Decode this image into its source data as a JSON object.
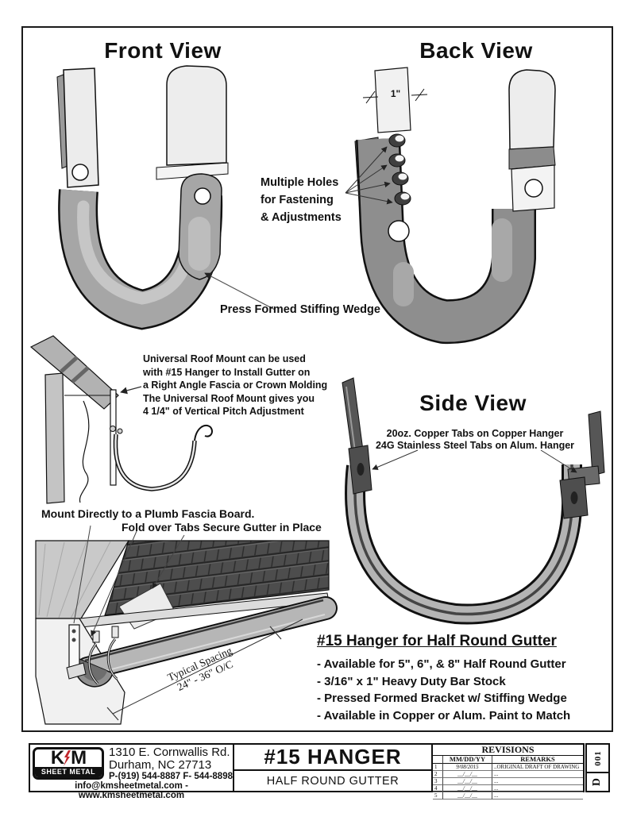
{
  "views": {
    "front": {
      "title": "Front View"
    },
    "back": {
      "title": "Back View",
      "dim": "1\""
    },
    "side": {
      "title": "Side View",
      "note1": "20oz. Copper Tabs on Copper Hanger",
      "note2": "24G Stainless Steel Tabs on Alum. Hanger"
    }
  },
  "annotations": {
    "holes1": "Multiple Holes",
    "holes2": "for Fastening",
    "holes3": "& Adjustments",
    "wedge": "Press Formed Stiffing Wedge",
    "mount1": "Universal Roof Mount can be used",
    "mount2": "with #15 Hanger to Install Gutter on",
    "mount3": "a Right Angle Fascia or Crown Molding",
    "mount4": "The Universal Roof Mount gives you",
    "mount5": "4 1/4\" of Vertical Pitch Adjustment",
    "fascia1": "Mount Directly to a Plumb Fascia Board.",
    "fascia2": "Fold over Tabs Secure Gutter in Place",
    "spacing1": "Typical Spacing",
    "spacing2": "24\" - 36\" O/C"
  },
  "product": {
    "heading": "#15 Hanger for Half Round Gutter",
    "bullets": [
      "- Available for 5\", 6\", & 8\" Half Round Gutter",
      "- 3/16\" x 1\" Heavy Duty Bar Stock",
      "- Pressed Formed Bracket w/ Stiffing Wedge",
      "- Available in Copper or Alum. Paint to Match"
    ]
  },
  "title_block": {
    "logo": {
      "k": "K",
      "m": "M",
      "sub": "SHEET METAL"
    },
    "address1": "1310 E. Cornwallis Rd.",
    "address2": "Durham, NC 27713",
    "phone": "P-(919) 544-8887 F- 544-8898",
    "web": "info@kmsheetmetal.com - www.kmsheetmetal.com",
    "title": "#15 HANGER",
    "subtitle": "HALF ROUND GUTTER",
    "revisions": {
      "heading": "REVISIONS",
      "col_date": "MM/DD/YY",
      "col_remarks": "REMARKS",
      "rows": [
        {
          "n": "1",
          "date": "9/08/2015",
          "remarks": "..ORIGINAL DRAFT OF DRAWING"
        },
        {
          "n": "2",
          "date": "__/__/__",
          "remarks": "..."
        },
        {
          "n": "3",
          "date": "__/__/__",
          "remarks": "..."
        },
        {
          "n": "4",
          "date": "__/__/__",
          "remarks": "..."
        },
        {
          "n": "5",
          "date": "__/__/__",
          "remarks": "..."
        }
      ]
    },
    "sheet_size": "D",
    "sheet_no": "001"
  },
  "colors": {
    "ink": "#1a1a1a",
    "logo_bolt": "#c1272d"
  }
}
